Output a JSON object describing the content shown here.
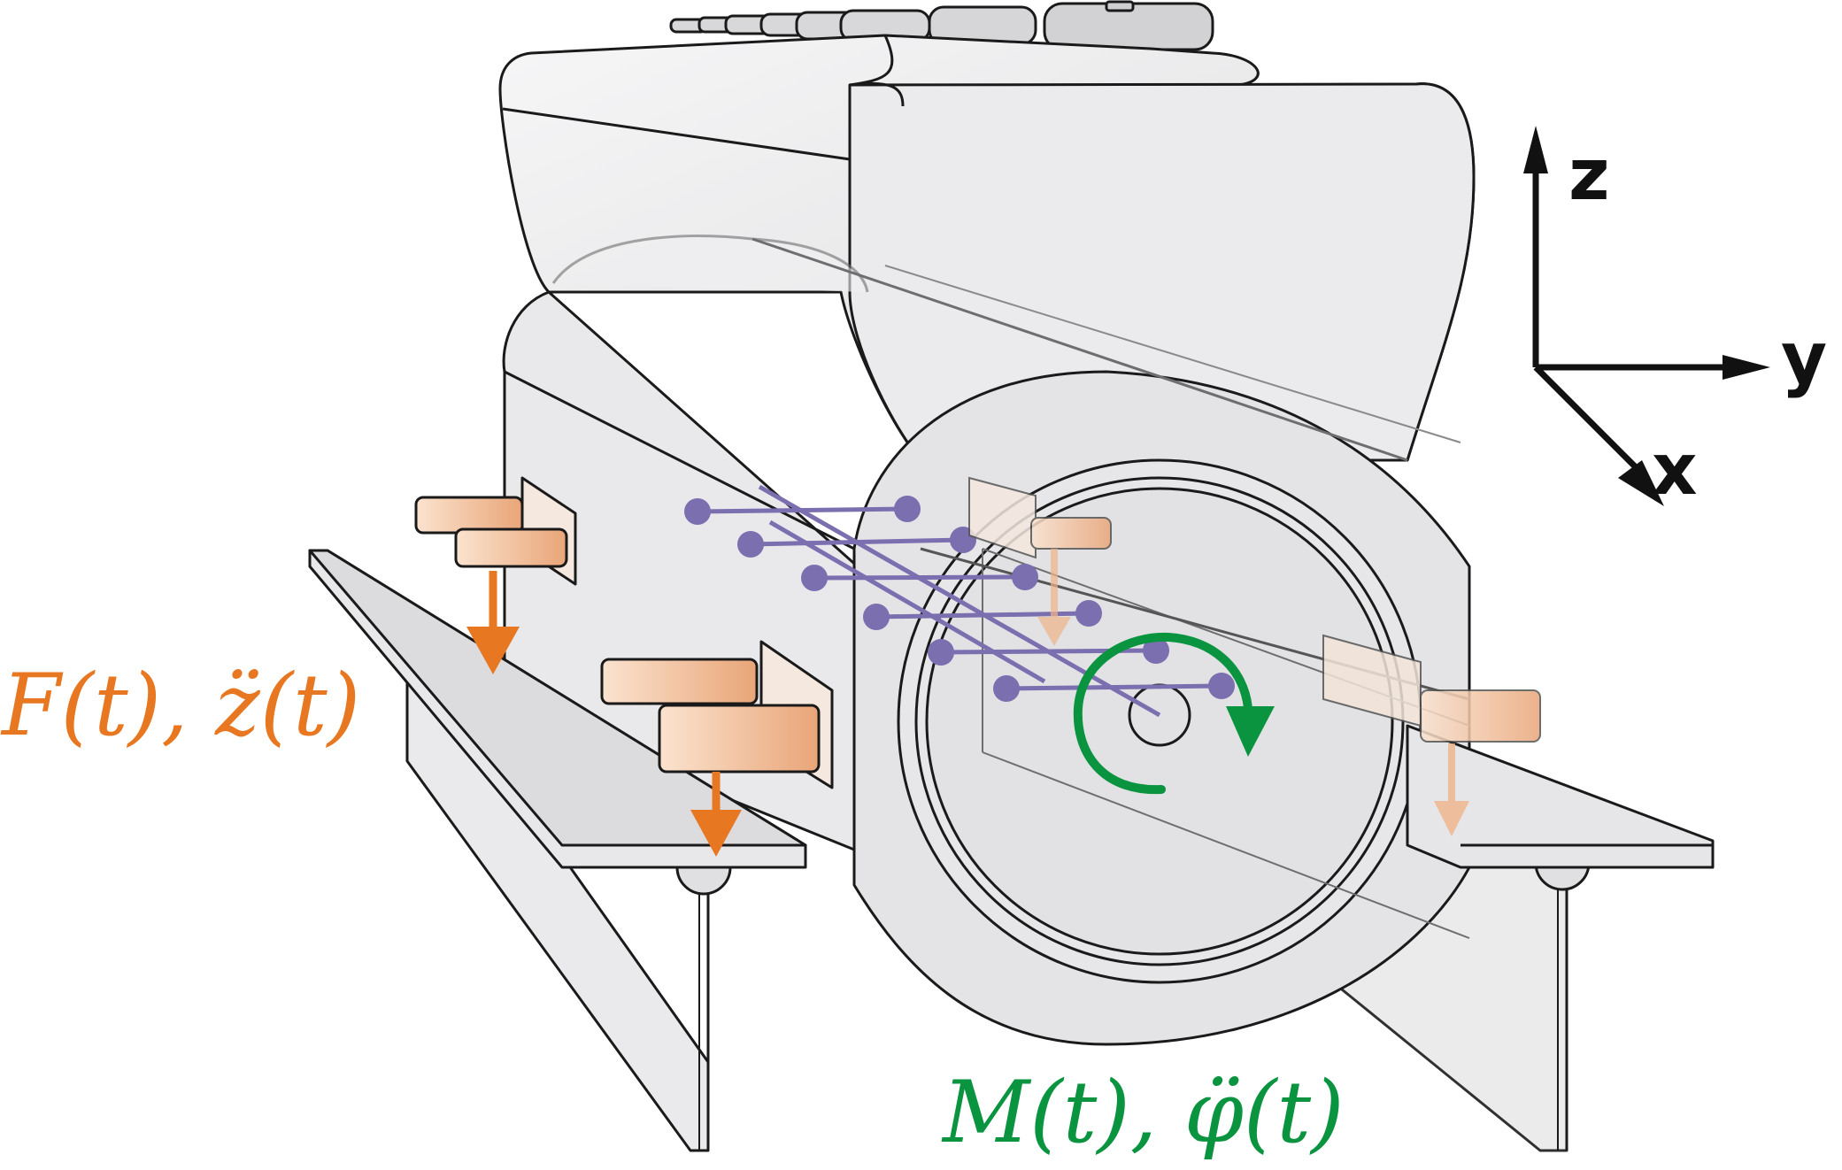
{
  "axes": {
    "z_label": "z",
    "y_label": "y",
    "x_label": "x"
  },
  "labels": {
    "force": "F(t), z̈(t)",
    "moment": "M(t), φ̈(t)"
  },
  "colors": {
    "force": "#e87722",
    "force_light": "#f0b48a",
    "moment": "#0a9440",
    "springs": "#7b6fb0",
    "body_fill": "#ececee",
    "plate_fill": "#e6e6e8",
    "outline": "#1a1a1a"
  },
  "icons": {
    "vertical_force_arrows": "arrow-down",
    "rotation": "circular-arrow-clockwise"
  }
}
